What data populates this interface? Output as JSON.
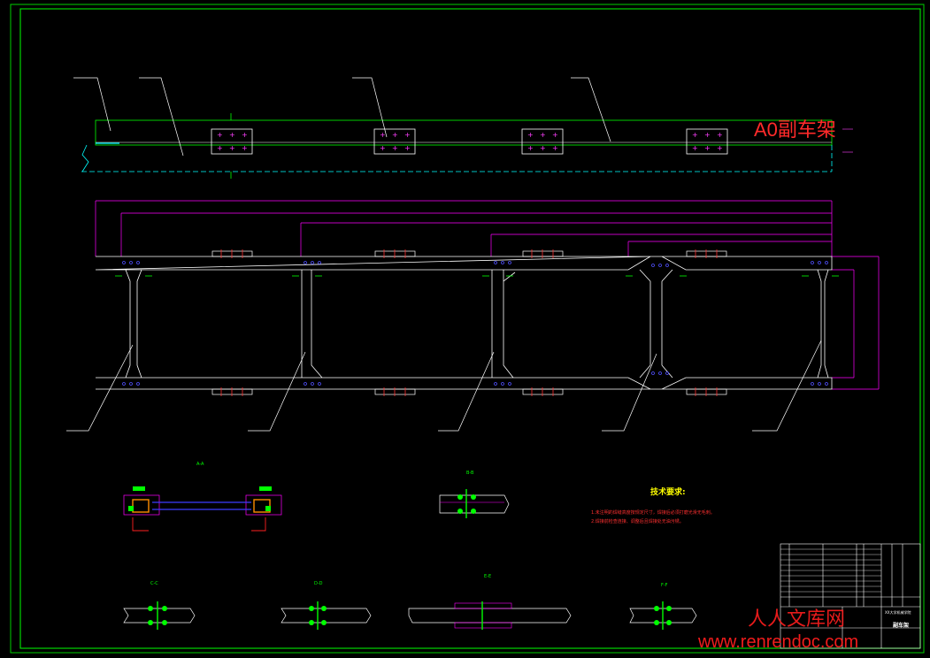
{
  "drawing": {
    "title": "A0副车架",
    "tech_requirements_title": "技术要求:",
    "tech_requirements": [
      "1.未注明的焊缝高度按规定尺寸，焊接后必须打磨光滑无毛刺。",
      "2.焊接前检查连接、调整后且焊接处无油污锈。"
    ],
    "section_labels": [
      "A-A",
      "B-B",
      "C-C",
      "D-D",
      "E-E",
      "F-F"
    ],
    "title_block": {
      "name_cn": "副车架",
      "school": "XX大学机械学院"
    }
  },
  "watermark": {
    "cn": "人人文库网",
    "url": "www.renrendoc.com"
  },
  "colors": {
    "background": "#000000",
    "frame": "#00ff00",
    "outline": "#ffffff",
    "dimension": "#ff00ff",
    "center_line": "#00ffff",
    "bolt": "#5050ff",
    "title_red": "#ff2a2a",
    "tech_title": "#ffff00"
  }
}
